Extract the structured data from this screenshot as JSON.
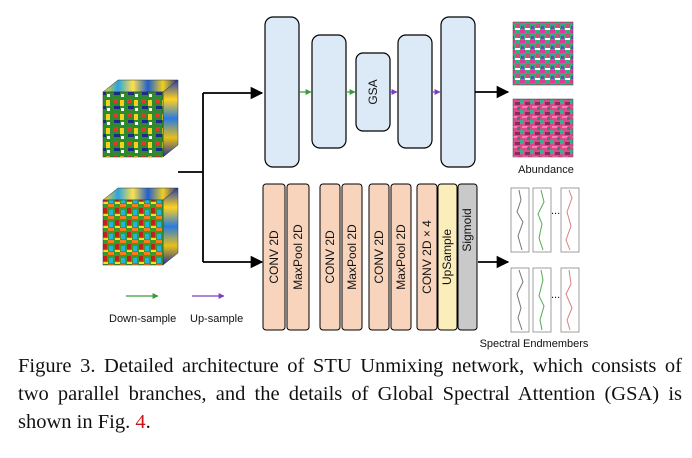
{
  "diagram": {
    "gsa_label": "GSA",
    "abundance_label": "Abundance",
    "spectral_label": "Spectral Endmembers",
    "ellipsis": "...",
    "legend": {
      "down_sample": "Down-sample",
      "up_sample": "Up-sample"
    },
    "bottom_blocks": [
      "CONV 2D",
      "MaxPool 2D",
      "CONV 2D",
      "MaxPool 2D",
      "CONV 2D",
      "MaxPool 2D",
      "CONV 2D × 4",
      "UpSample",
      "Sigmoid"
    ],
    "colors": {
      "unet_block": "#dbeaf6",
      "conv_block": "#f8d4bd",
      "upsample_block": "#fbeebb",
      "sigmoid_block": "#c9c9c9",
      "down_arrow": "#3a9a3a",
      "up_arrow": "#7b3fc4"
    }
  },
  "caption": {
    "text": "Figure 3. Detailed architecture of STU Unmixing network, which consists of two parallel branches, and the details of Global Spectral Attention (GSA) is shown in Fig. ",
    "ref": "4",
    "end": "."
  }
}
